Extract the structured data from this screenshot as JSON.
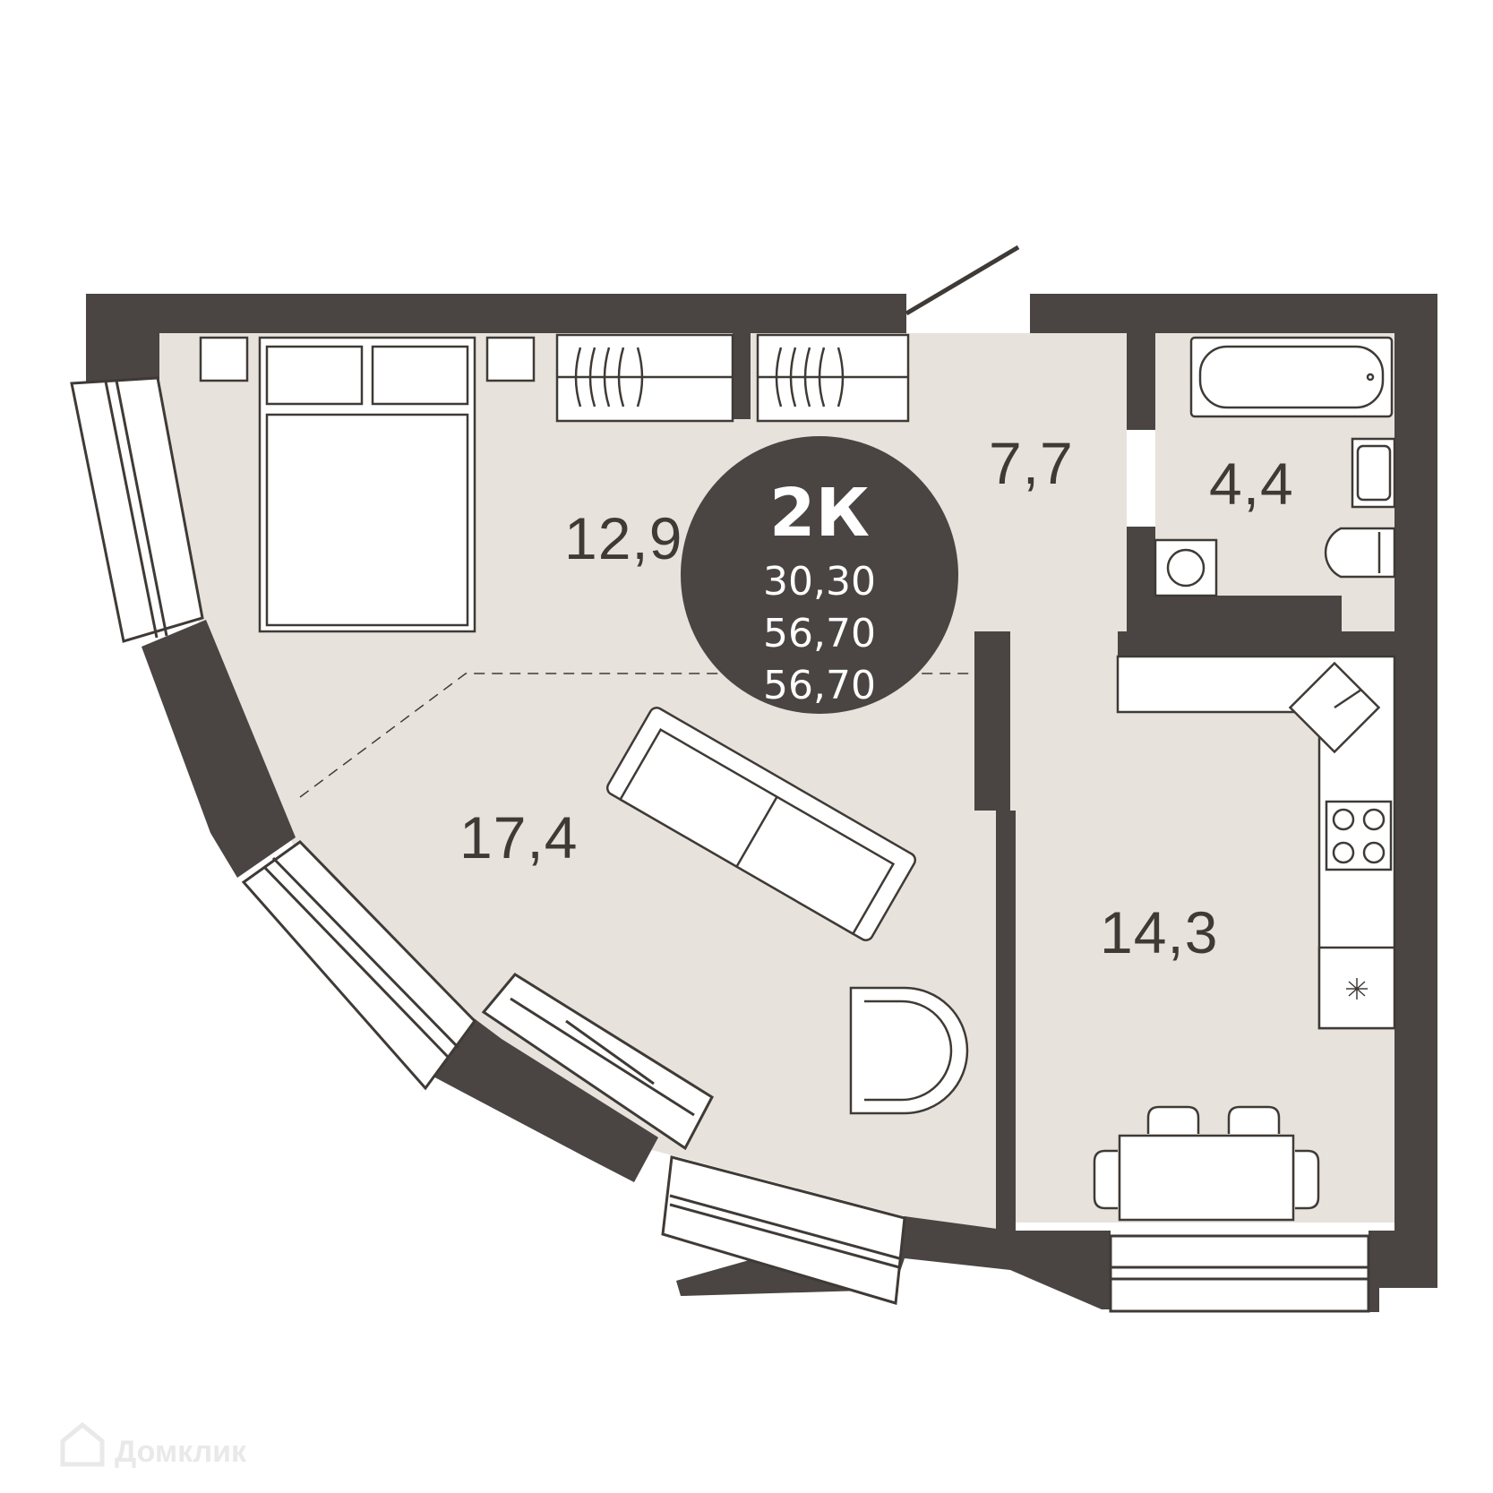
{
  "plan": {
    "type_label": "2К",
    "areas_summary": [
      "30,30",
      "56,70",
      "56,70"
    ],
    "rooms": [
      {
        "name": "bedroom",
        "area": "12,9"
      },
      {
        "name": "hallway",
        "area": "7,7"
      },
      {
        "name": "bathroom",
        "area": "4,4"
      },
      {
        "name": "living-room",
        "area": "17,4"
      },
      {
        "name": "kitchen",
        "area": "14,3"
      }
    ]
  },
  "watermark": {
    "text": "Домклик"
  },
  "colors": {
    "wall": "#4a4542",
    "floor": "#e8e2dc",
    "furniture_stroke": "#3f3a36",
    "window": "#ffffff"
  }
}
